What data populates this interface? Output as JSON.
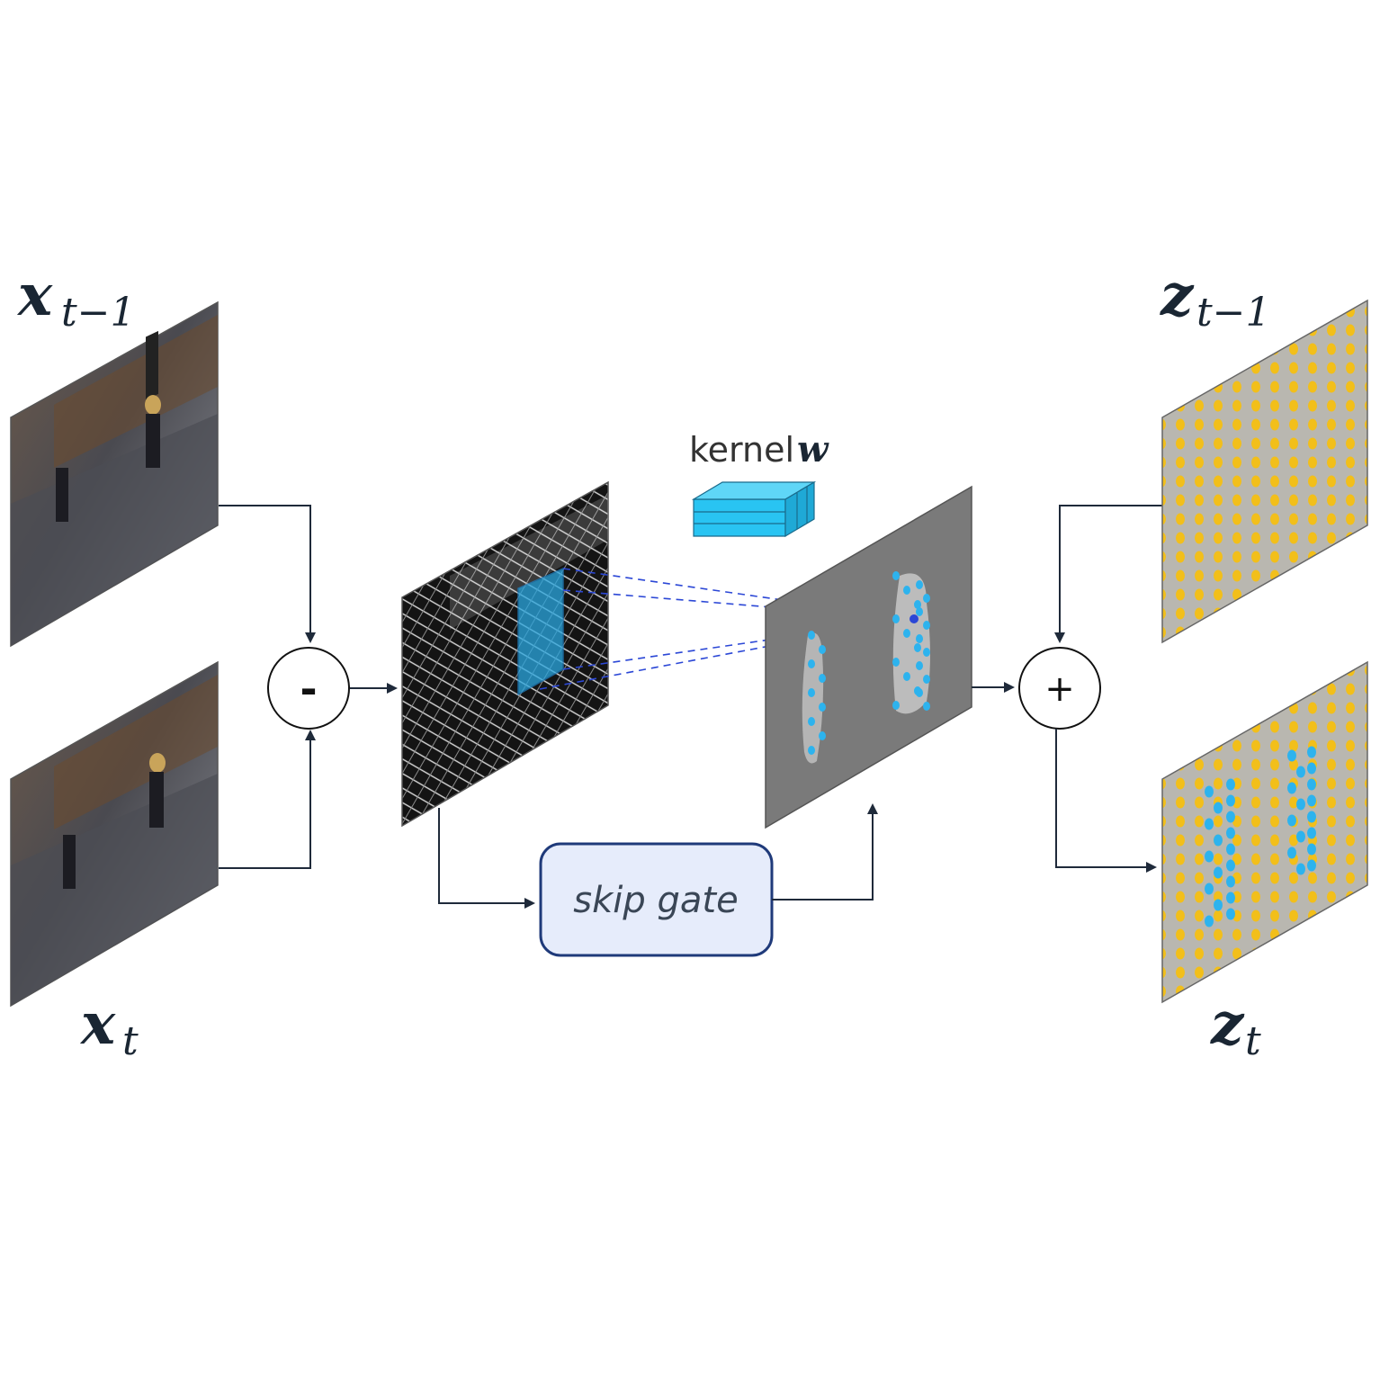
{
  "labels": {
    "x_prev": {
      "base": "x",
      "sub": "t−1"
    },
    "x_curr": {
      "base": "x",
      "sub": "t"
    },
    "z_prev": {
      "base": "z",
      "sub": "t−1"
    },
    "z_curr": {
      "base": "z",
      "sub": "t"
    },
    "kernel_word": "kernel",
    "kernel_symbol": "w"
  },
  "operators": {
    "subtract": "-",
    "add": "+"
  },
  "skip_gate": {
    "label": "skip gate"
  },
  "colors": {
    "arrow": "#1f2a3a",
    "kernel_fill": "#29c4f2",
    "highlight_dot": "#2db3ee",
    "grid_dot": "#f2bf1a",
    "gate_fill": "#e6ecfb",
    "gate_border": "#1f3a7a",
    "residual_bg": "#7a7a7a",
    "projection_line": "#2b47d6"
  },
  "icons": {
    "frame_prev": "street-video-frame",
    "frame_curr": "street-video-frame",
    "difference_map": "frame-difference-image",
    "kernel": "3d-kernel-block"
  }
}
